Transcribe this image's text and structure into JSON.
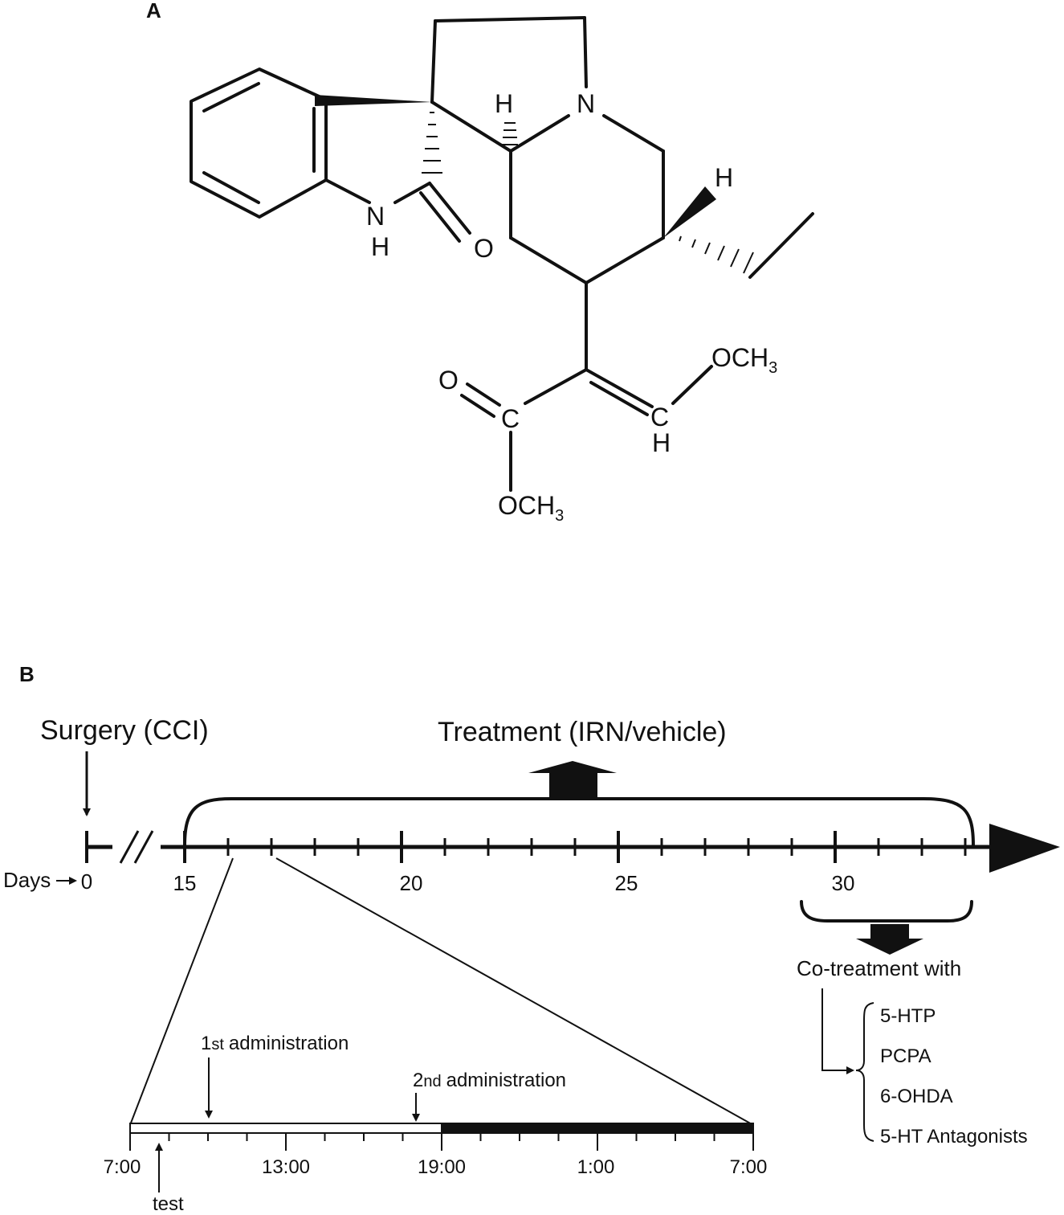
{
  "panels": {
    "a": "A",
    "b": "B"
  },
  "molecule": {
    "atoms": {
      "h_top": "H",
      "n_ring": "N",
      "h_right": "H",
      "nh_n": "N",
      "nh_h": "H",
      "o_lactam": "O",
      "och3_vinyl": "OCH",
      "och3_vinyl_sub": "3",
      "o_ester": "O",
      "c_ester": "C",
      "c_vinyl": "C",
      "h_vinyl": "H",
      "och3_ester": "OCH",
      "och3_ester_sub": "3"
    }
  },
  "timeline": {
    "surgery": "Surgery (CCI)",
    "treatment": "Treatment (IRN/vehicle)",
    "days_label": "Days",
    "day_ticks": [
      "0",
      "15",
      "20",
      "25",
      "30"
    ],
    "cotreatment_title": "Co-treatment with",
    "cotreatment_items": [
      "5-HTP",
      "PCPA",
      "6-OHDA",
      "5-HT Antagonists"
    ]
  },
  "day_schedule": {
    "first_admin": {
      "ordinal": "1",
      "suffix": "st",
      "text": "administration"
    },
    "second_admin": {
      "ordinal": "2",
      "suffix": "nd",
      "text": "administration"
    },
    "hour_ticks": [
      "7:00",
      "13:00",
      "19:00",
      "1:00",
      "7:00"
    ],
    "test_label": "test"
  }
}
